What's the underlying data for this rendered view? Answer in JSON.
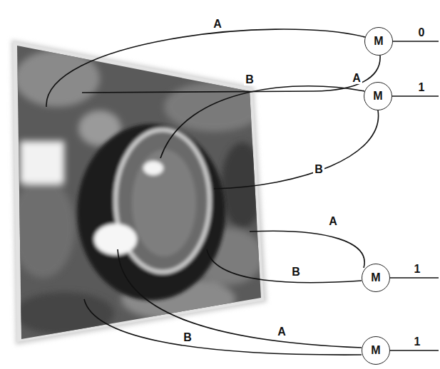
{
  "diagram": {
    "nodes": [
      {
        "text": [
          "M"
        ]
      },
      {
        "text": [
          "M"
        ]
      },
      {
        "text": [
          "M"
        ]
      },
      {
        "text": [
          "M"
        ]
      }
    ],
    "labels": [
      "A",
      "0",
      "B",
      "A",
      "1",
      "B",
      "A",
      "1",
      "B",
      "A",
      "1",
      "B"
    ]
  }
}
